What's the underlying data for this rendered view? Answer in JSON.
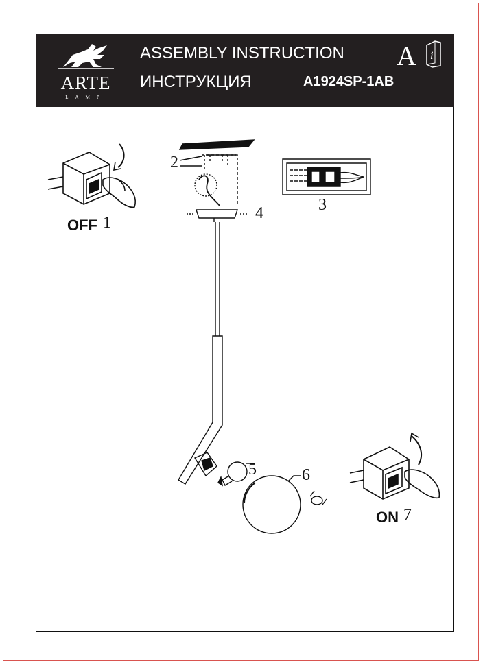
{
  "header": {
    "logo_name": "ARTE",
    "logo_sub": "LAMP",
    "title_en": "ASSEMBLY  INSTRUCTION",
    "title_ru": "ИНСТРУКЦИЯ",
    "model": "A1924SP-1AB",
    "lang_letter": "A"
  },
  "steps": {
    "off_word": "OFF",
    "off_num": "1",
    "two": "2",
    "three": "3",
    "four": "4",
    "five": "5",
    "six": "6",
    "on_word": "ON",
    "on_num": "7"
  },
  "icons": [
    "griffin-logo-icon",
    "info-book-icon",
    "switch-off-icon",
    "switch-on-icon",
    "terminal-block-icon",
    "screwdriver-icon",
    "bulb-icon",
    "glass-globe-icon",
    "rotate-arrow-icon"
  ]
}
